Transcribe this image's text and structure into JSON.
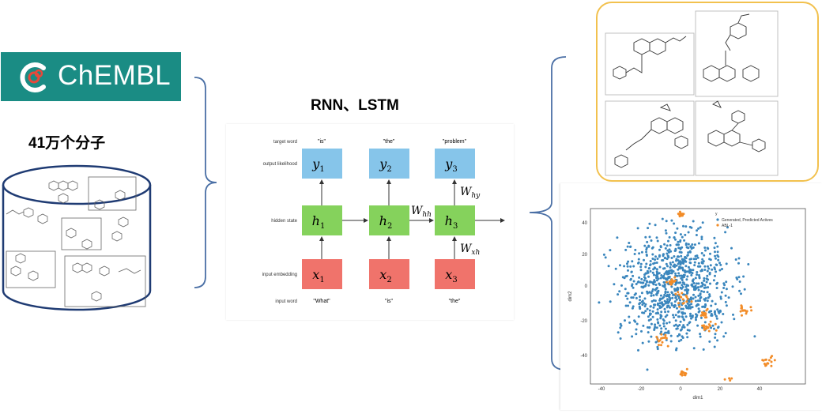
{
  "logo": {
    "text": "ChEMBL"
  },
  "molecule_count": "41万个分子",
  "title": "RNN、LSTM",
  "rnn": {
    "row_labels": [
      "target word",
      "output likelihood",
      "hidden state",
      "input embedding",
      "input word"
    ],
    "target_words": [
      "\"is\"",
      "\"the\"",
      "\"problem\""
    ],
    "input_words": [
      "\"What\"",
      "\"is\"",
      "\"the\""
    ],
    "outputs": [
      "y",
      "y",
      "y"
    ],
    "hiddens": [
      "h",
      "h",
      "h"
    ],
    "inputs": [
      "x",
      "x",
      "x"
    ],
    "subscripts": [
      "1",
      "2",
      "3"
    ],
    "weights": {
      "hh": "W",
      "hh_sub": "hh",
      "hy": "W",
      "hy_sub": "hy",
      "xh": "W",
      "xh_sub": "xh"
    },
    "colors": {
      "output": "#86c5ea",
      "hidden": "#85d25c",
      "input": "#f0736b"
    }
  },
  "scatter": {
    "legend_title": "y",
    "legend": [
      "Generated, Predicted Actives",
      "ABL-1"
    ],
    "colors": [
      "#3a86bd",
      "#f28c28"
    ],
    "xlabel": "dim1",
    "ylabel": "dim2",
    "xticks": [
      "-40",
      "-20",
      "0",
      "20",
      "40"
    ],
    "yticks": [
      "40",
      "20",
      "0",
      "-20",
      "-40"
    ]
  }
}
